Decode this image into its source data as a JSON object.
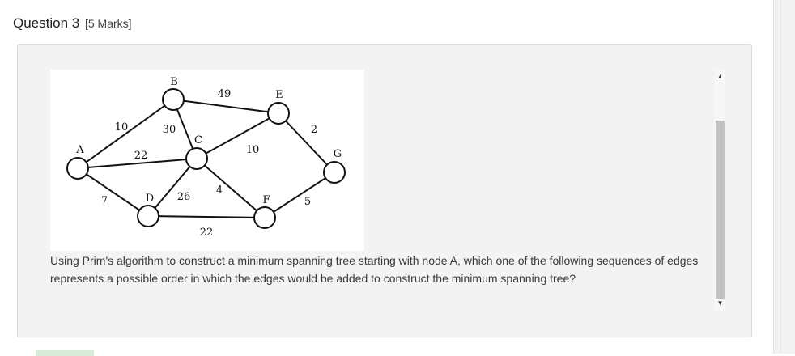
{
  "question": {
    "title": "Question 3",
    "marks": "[5 Marks]"
  },
  "graph": {
    "nodes": [
      {
        "id": "A",
        "label": "A"
      },
      {
        "id": "B",
        "label": "B"
      },
      {
        "id": "C",
        "label": "C"
      },
      {
        "id": "D",
        "label": "D"
      },
      {
        "id": "E",
        "label": "E"
      },
      {
        "id": "F",
        "label": "F"
      },
      {
        "id": "G",
        "label": "G"
      }
    ],
    "edges": [
      {
        "from": "A",
        "to": "B",
        "weight": "10"
      },
      {
        "from": "A",
        "to": "C",
        "weight": "22"
      },
      {
        "from": "A",
        "to": "D",
        "weight": "7"
      },
      {
        "from": "B",
        "to": "E",
        "weight": "49"
      },
      {
        "from": "B",
        "to": "C",
        "weight": "30"
      },
      {
        "from": "C",
        "to": "E",
        "weight": "10"
      },
      {
        "from": "C",
        "to": "D",
        "weight": "26"
      },
      {
        "from": "C",
        "to": "F",
        "weight": "4"
      },
      {
        "from": "D",
        "to": "F",
        "weight": "22"
      },
      {
        "from": "E",
        "to": "G",
        "weight": "2"
      },
      {
        "from": "F",
        "to": "G",
        "weight": "5"
      }
    ]
  },
  "question_text": "Using Prim's algorithm to construct a minimum spanning tree starting with node A, which one of the following sequences of edges represents a possible order in which the edges would be added to construct the minimum spanning tree?",
  "scrollbar": {
    "up_arrow": "▲",
    "down_arrow": "▼"
  }
}
